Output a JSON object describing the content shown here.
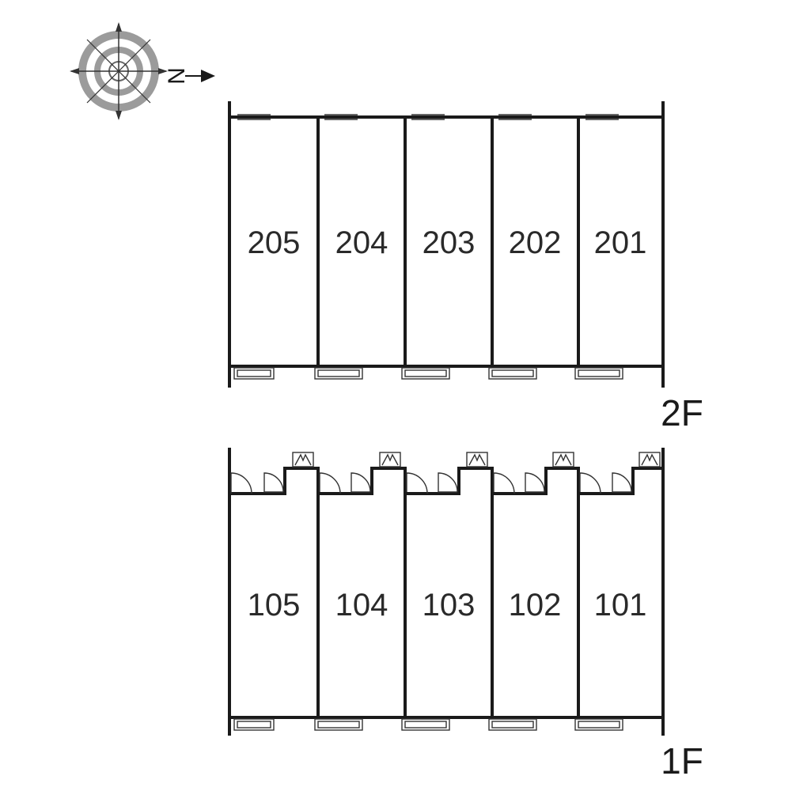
{
  "compass": {
    "north_letter": "N"
  },
  "floors": [
    {
      "label": "2F",
      "units": [
        "205",
        "204",
        "203",
        "202",
        "201"
      ]
    },
    {
      "label": "1F",
      "units": [
        "105",
        "104",
        "103",
        "102",
        "101"
      ]
    }
  ]
}
